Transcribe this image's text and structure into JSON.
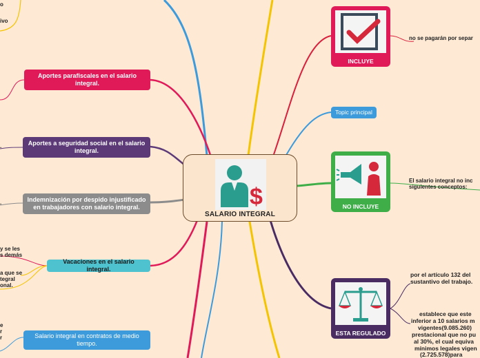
{
  "center": {
    "title": "SALARIO INTEGRAL",
    "icon": "businessman-dollar-icon"
  },
  "left_nodes": {
    "aportes_parafiscales": "Aportes parafiscales en el salario integral.",
    "aportes_seguridad": "Aportes a seguridad social en el salario integral.",
    "indemnizacion": "Indemnización por despido injustificado en trabajadores con salario integral.",
    "vacaciones": "Vacaciones en el salario integral.",
    "contratos_medio": "Salario integral en contratos de medio tiempo."
  },
  "left_fragments": {
    "f1": "o",
    "f2": "ivo",
    "f3": ".",
    "f4": ".",
    "f5a": "y se les",
    "f5b": "s demás",
    "f6a": "a que se",
    "f6b": "tegral",
    "f6c": "onal.",
    "f7a": "e",
    "f7b": "r",
    "f7c": "r"
  },
  "right_cards": {
    "incluye": {
      "label": "INCLUYE",
      "icon": "checkbox-icon"
    },
    "no_incluye": {
      "label": "NO INCLUYE",
      "icon": "megaphone-person-icon"
    },
    "esta_regulado": {
      "label": "ESTA REGULADO",
      "icon": "scales-icon"
    }
  },
  "right_texts": {
    "incluye_detail": "no se pagarán por separ",
    "topic": "Topic principal",
    "no_incluye_detail_1": "El salario integral no inc",
    "no_incluye_detail_2": "siguientes conceptos:",
    "regulado_1a": "por el artículo 132 del",
    "regulado_1b": "sustantivo del trabajo.",
    "regulado_2a": "establece que este",
    "regulado_2b": "inferior a 10 salarios m",
    "regulado_2c": "vigentes(9.085.260)",
    "regulado_2d": "prestacional que no pu",
    "regulado_2e": "al 30%, el cual equiva",
    "regulado_2f": "mínimos legales vigen",
    "regulado_2g": "(2.725.578)para"
  },
  "colors": {
    "background": "#fde9d4",
    "pink": "#e01a59",
    "purple": "#5c3a78",
    "gray": "#8c8c8c",
    "teal": "#4ec3cf",
    "blue": "#3d9bdc",
    "yellow": "#f5c400",
    "green": "#3fae49",
    "red": "#d81f3c",
    "darkpurple": "#4a2c63"
  }
}
